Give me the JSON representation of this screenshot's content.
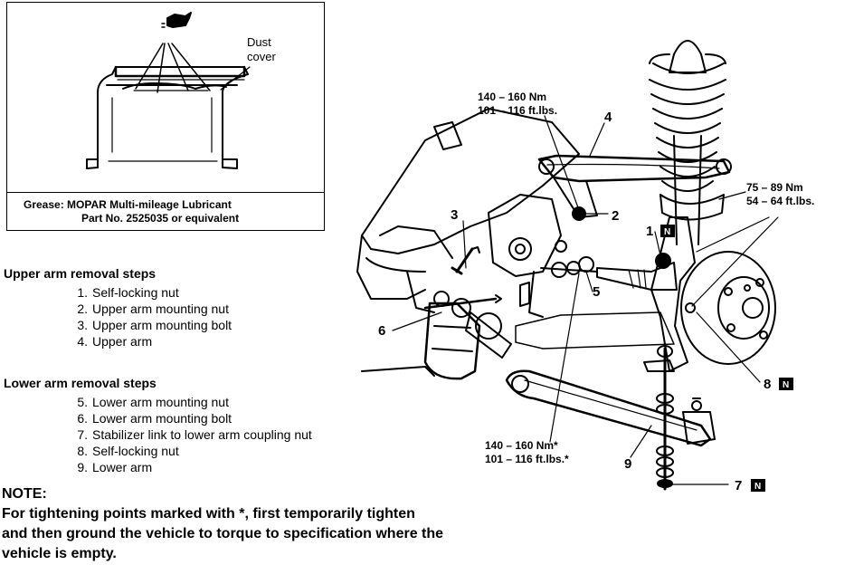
{
  "inset": {
    "dust_cover_label": [
      "Dust",
      "cover"
    ],
    "grease_line1": "Grease: MOPAR Multi-mileage Lubricant",
    "grease_line2": "Part No. 2525035 or equivalent"
  },
  "upper_steps": {
    "heading": "Upper arm removal steps",
    "items": [
      {
        "num": "1.",
        "text": "Self-locking nut"
      },
      {
        "num": "2.",
        "text": "Upper arm mounting nut"
      },
      {
        "num": "3.",
        "text": "Upper arm mounting bolt"
      },
      {
        "num": "4.",
        "text": "Upper arm"
      }
    ]
  },
  "lower_steps": {
    "heading": "Lower arm removal steps",
    "items": [
      {
        "num": "5.",
        "text": "Lower arm mounting nut"
      },
      {
        "num": "6.",
        "text": "Lower arm mounting bolt"
      },
      {
        "num": "7.",
        "text": "Stabilizer link to lower arm coupling nut"
      },
      {
        "num": "8.",
        "text": "Self-locking nut"
      },
      {
        "num": "9.",
        "text": "Lower arm"
      }
    ]
  },
  "note": {
    "title": "NOTE:",
    "lines": [
      "For tightening points marked with *, first temporarily tighten",
      "and then ground the vehicle to torque to specification where the",
      "vehicle is empty."
    ]
  },
  "callouts": {
    "torque_upper": [
      "140 – 160 Nm",
      "101 – 116 ft.lbs."
    ],
    "torque_right": [
      "75 – 89 Nm",
      "54 – 64 ft.lbs."
    ],
    "torque_lower": [
      "140 – 160 Nm*",
      "101 – 116 ft.lbs.*"
    ],
    "n1": "1",
    "n2": "2",
    "n3": "3",
    "n4": "4",
    "n5": "5",
    "n6": "6",
    "n7": "7",
    "n8": "8",
    "n9": "9",
    "box_letter": "N"
  }
}
